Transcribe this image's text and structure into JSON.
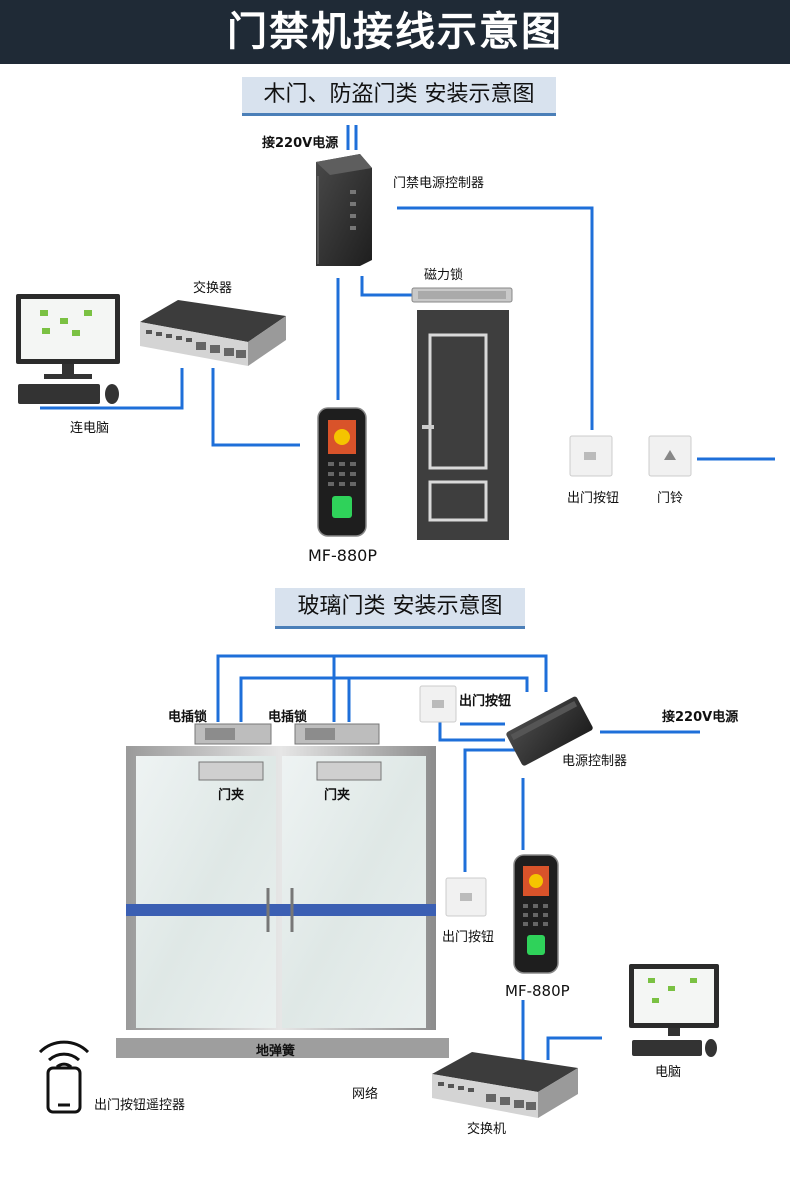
{
  "header": {
    "title": "门禁机接线示意图"
  },
  "colors": {
    "header_bg": "#1f2a36",
    "wire": "#1e6fd9",
    "section_bg": "#d8e2ee"
  },
  "section1": {
    "title": "木门、防盗门类 安装示意图",
    "labels": {
      "power_in": "接220V电源",
      "power_controller": "门禁电源控制器",
      "switch": "交换器",
      "maglock": "磁力锁",
      "computer": "连电脑",
      "exit_button": "出门按钮",
      "doorbell": "门铃",
      "device": "MF-880P"
    }
  },
  "section2": {
    "title": "玻璃门类 安装示意图",
    "labels": {
      "bolt_lock_1": "电插锁",
      "bolt_lock_2": "电插锁",
      "exit_button_top": "出门按钮",
      "power_in": "接220V电源",
      "power_controller": "电源控制器",
      "clamp_1": "门夹",
      "clamp_2": "门夹",
      "exit_button_side": "出门按钮",
      "device": "MF-880P",
      "floor_spring": "地弹簧",
      "network": "网络",
      "switch": "交换机",
      "computer": "电脑",
      "remote": "出门按钮遥控器"
    }
  }
}
